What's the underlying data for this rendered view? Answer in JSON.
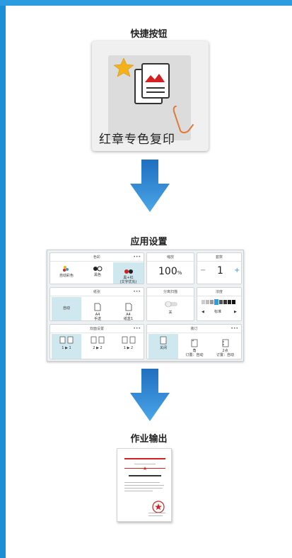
{
  "sections": {
    "quick_button_title": "快捷按钮",
    "app_settings_title": "应用设置",
    "job_output_title": "作业输出"
  },
  "quick_button": {
    "label": "红章专色复印"
  },
  "panel": {
    "color": {
      "title": "色彩",
      "more": "•••",
      "options": [
        "自动彩色",
        "黑色",
        "黑+红\n(文字优先)"
      ],
      "selected_index": 2
    },
    "scale": {
      "title": "缩放",
      "value": "100",
      "unit": "%"
    },
    "copies": {
      "title": "套数",
      "minus": "−",
      "value": "1",
      "plus": "+"
    },
    "paper": {
      "title": "纸张",
      "more": "•••",
      "options": [
        "自动",
        "A4\n手送",
        "A4\n纸盒1"
      ],
      "selected_index": 0
    },
    "separate_scan": {
      "title": "分离扫描",
      "state": "关"
    },
    "density": {
      "title": "浓度",
      "left": "◀",
      "label": "标准",
      "right": "▶"
    },
    "duplex": {
      "title": "双面设置",
      "more": "•••",
      "options": [
        "1 ▶ 1",
        "2 ▶ 2",
        "1 ▶ 2"
      ],
      "selected_index": 0
    },
    "staple": {
      "title": "装订",
      "more": "•••",
      "options": [
        "关闭",
        "角\n订置：自动",
        "2点\n订置：自动"
      ],
      "selected_index": 0
    }
  },
  "colors": {
    "accent": "#2d9be0",
    "selected": "#cfe7ee",
    "seal_red": "#d42020"
  }
}
